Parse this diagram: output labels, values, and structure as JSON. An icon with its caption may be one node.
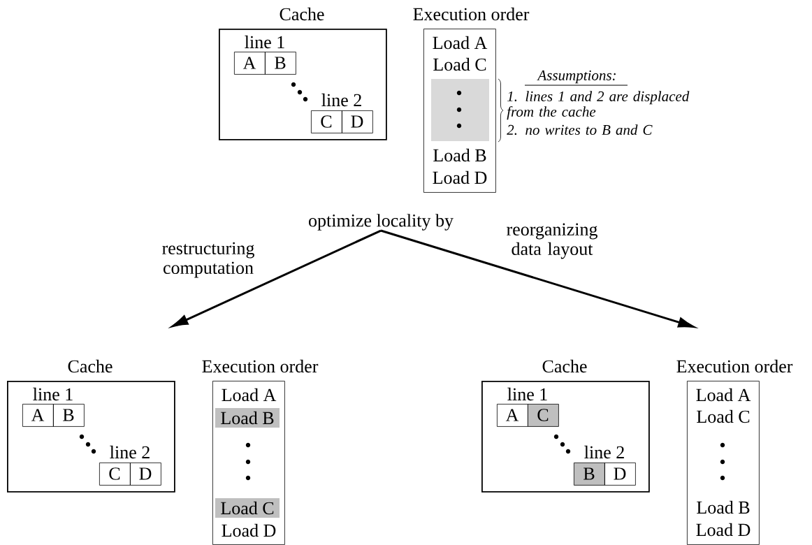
{
  "diagram": {
    "nodes": [
      {
        "text": [
          "Cache",
          "line 1",
          "line 2"
        ]
      },
      {
        "text": [
          "A"
        ],
        "in": 0
      },
      {
        "text": [
          "B"
        ],
        "in": 0
      },
      {
        "text": [
          "C"
        ],
        "in": 0
      },
      {
        "text": [
          "D"
        ],
        "in": 0
      },
      {
        "text": [
          "Execution order",
          "Load A",
          "Load C",
          "Load B",
          "Load D"
        ]
      },
      {
        "text": [
          "optimize locality by"
        ]
      },
      {
        "text": [
          "Cache",
          "line 1",
          "line 2"
        ]
      },
      {
        "text": [
          "A"
        ],
        "in": 7
      },
      {
        "text": [
          "B"
        ],
        "in": 7
      },
      {
        "text": [
          "C"
        ],
        "in": 7
      },
      {
        "text": [
          "D"
        ],
        "in": 7
      },
      {
        "text": [
          "Execution order",
          "Load A",
          "Load D"
        ]
      },
      {
        "text": [
          "Load B"
        ],
        "in": 12
      },
      {
        "text": [
          "Load C"
        ],
        "in": 12
      },
      {
        "text": [
          "Cache",
          "line 1",
          "line 2"
        ]
      },
      {
        "text": [
          "A"
        ],
        "in": 15
      },
      {
        "text": [
          "C"
        ],
        "in": 15
      },
      {
        "text": [
          "B"
        ],
        "in": 15
      },
      {
        "text": [
          "D"
        ],
        "in": 15
      },
      {
        "text": [
          "Execution order",
          "Load A",
          "Load C",
          "Load B",
          "Load D"
        ]
      }
    ],
    "edges": [
      {
        "from": 6,
        "to": null,
        "arrow": "to",
        "label": "restructuring computation"
      },
      {
        "from": 6,
        "to": null,
        "arrow": "to",
        "label": "reorganizing data layout"
      }
    ],
    "labels": [
      "Assumptions:",
      "1. lines 1 and 2 are displaced from the cache",
      "2. no writes to B and C"
    ]
  }
}
